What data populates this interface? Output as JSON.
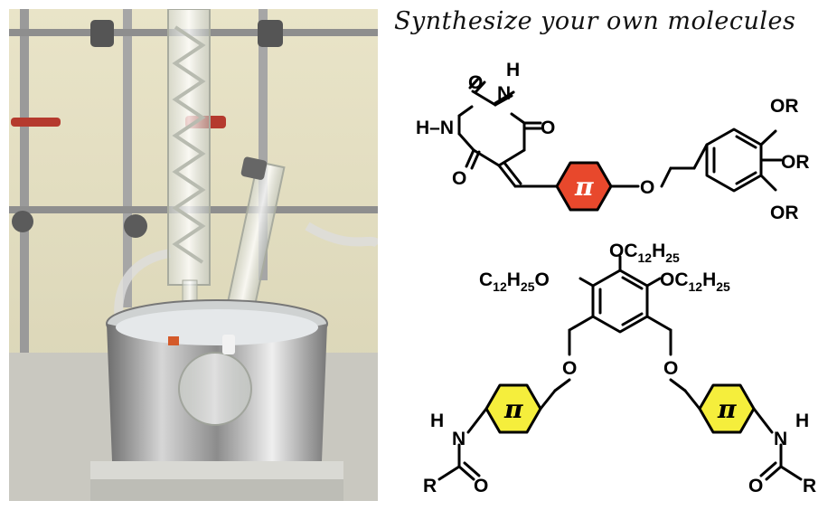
{
  "title": "Synthesize your own molecules",
  "photo": {
    "icons": [
      "reflux-condenser-icon",
      "water-bath-icon",
      "round-bottom-flask-icon",
      "clamp-icon"
    ]
  },
  "molecule_top": {
    "atoms": {
      "o1": "O",
      "o2": "O",
      "o3": "O",
      "h": "H",
      "hn": "H–N",
      "o_ether": "O",
      "or1": "OR",
      "or2": "OR",
      "or3": "OR",
      "pi": "π"
    },
    "pi_color": "#e8482c"
  },
  "molecule_bottom": {
    "atoms": {
      "o_left": "O",
      "o_right": "O",
      "o_top": "O",
      "o_ether_l": "O",
      "o_ether_r": "O",
      "c": "C",
      "h": "H",
      "n12": "12",
      "n25": "25",
      "pi_l": "π",
      "pi_r": "π",
      "hn_l_h": "H",
      "hn_l_n": "N",
      "hn_r_h": "H",
      "hn_r_n": "N",
      "r_l": "R",
      "r_r": "R",
      "co_l": "O",
      "co_r": "O"
    },
    "pi_color": "#f5ee3c"
  }
}
